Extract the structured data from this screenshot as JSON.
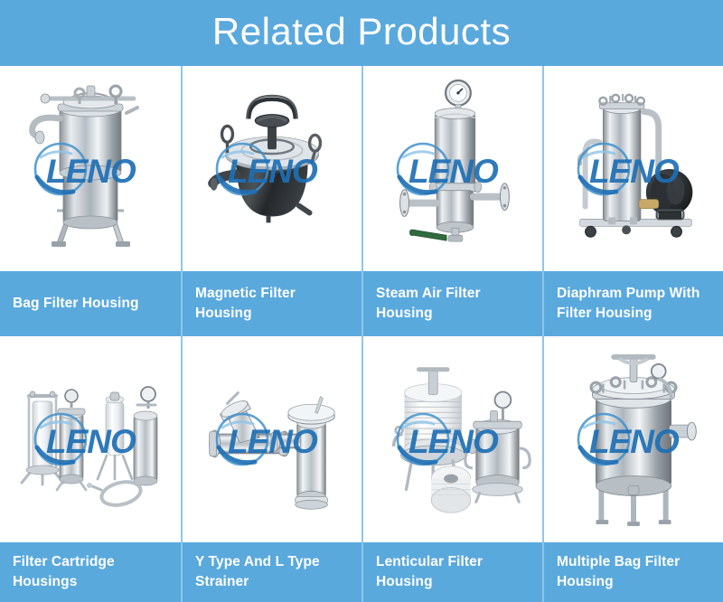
{
  "header": {
    "title": "Related Products",
    "background_color": "#5aa9dd",
    "text_color": "#ffffff"
  },
  "theme": {
    "band_color": "#5aa9dd",
    "divider_color": "#8fc6e8",
    "caption_text_color": "#ffffff",
    "page_background": "#ffffff",
    "watermark_brand": "LENO",
    "watermark_color": "#2a7fc1"
  },
  "products": [
    {
      "id": "bag-filter-housing",
      "label": "Bag Filter Housing",
      "image_alt": "bag-filter-housing-image",
      "watermark": "LENO"
    },
    {
      "id": "magnetic-filter-housing",
      "label": "Magnetic Filter Housing",
      "image_alt": "magnetic-filter-housing-image",
      "watermark": "LENO"
    },
    {
      "id": "steam-air-filter-housing",
      "label": "Steam Air Filter Housing",
      "image_alt": "steam-air-filter-housing-image",
      "watermark": "LENO"
    },
    {
      "id": "diaphram-pump-with-filter-housing",
      "label": "Diaphram Pump With Filter Housing",
      "image_alt": "diaphram-pump-with-filter-housing-image",
      "watermark": "LENO"
    },
    {
      "id": "filter-cartridge-housings",
      "label": "Filter Cartridge Housings",
      "image_alt": "filter-cartridge-housings-image",
      "watermark": "LENO"
    },
    {
      "id": "y-type-and-l-type-strainer",
      "label": "Y Type And L Type Strainer",
      "image_alt": "y-type-and-l-type-strainer-image",
      "watermark": "LENO"
    },
    {
      "id": "lenticular-filter-housing",
      "label": "Lenticular Filter Housing",
      "image_alt": "lenticular-filter-housing-image",
      "watermark": "LENO"
    },
    {
      "id": "multiple-bag-filter-housing",
      "label": "Multiple Bag Filter Housing",
      "image_alt": "multiple-bag-filter-housing-image",
      "watermark": "LENO"
    }
  ]
}
